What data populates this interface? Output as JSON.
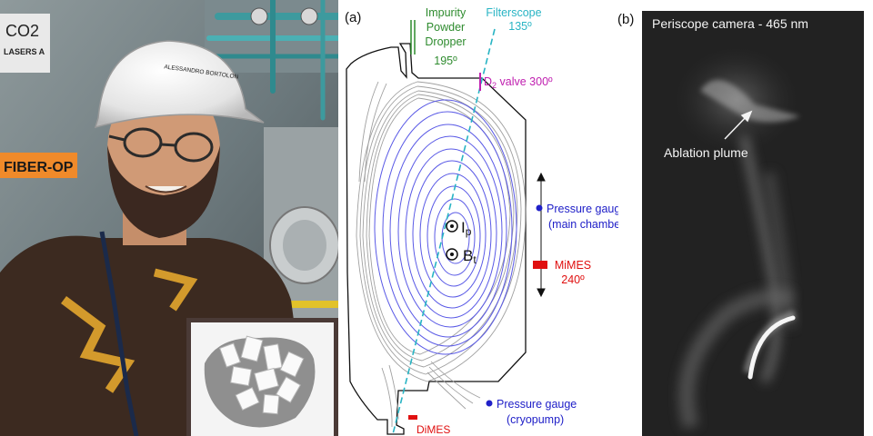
{
  "panel_a": {
    "label": "(a)",
    "dropper": {
      "line1": "Impurity",
      "line2": "Powder",
      "line3": "Dropper",
      "angle": "195º"
    },
    "filterscope": {
      "name": "Filterscope",
      "angle": "135º"
    },
    "d2_valve": {
      "prefix": "D",
      "subscript": "2",
      "rest": " valve 300º"
    },
    "ip": {
      "main": "I",
      "sub": "p"
    },
    "bt": {
      "main": "B",
      "sub": "t"
    },
    "pressure_gauge_main": {
      "line1": "Pressure gauge",
      "line2": "(main chamber)"
    },
    "mimes": {
      "name": "MiMES",
      "angle": "240º"
    },
    "pressure_gauge_cryo": {
      "line1": "Pressure gauge",
      "line2": "(cryopump)"
    },
    "dimes": {
      "name": "DiMES"
    }
  },
  "panel_b": {
    "label": "(b)",
    "title": "Periscope camera - 465 nm",
    "annotation": "Ablation plume"
  },
  "photo": {
    "helmet_text": "ALESSANDRO BORTOLON",
    "sign_fiber": "FIBER-OP",
    "sign_co2": "CO2",
    "sign_lasers": "LASERS A"
  },
  "colors": {
    "dropper_green": "#2e8b2e",
    "filterscope_teal": "#28b4c4",
    "d2_magenta": "#c020b0",
    "gauge_blue": "#2020c8",
    "mimes_red": "#e01010",
    "flux_blue": "#5a5ae6",
    "flux_gray": "#a0a0a0"
  }
}
